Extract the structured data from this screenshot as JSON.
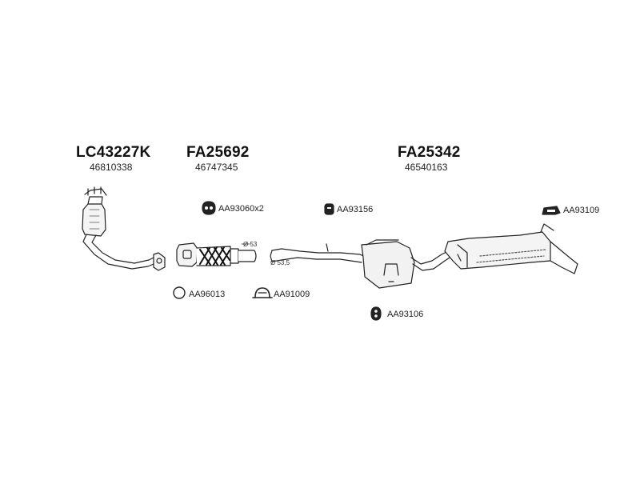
{
  "groups": [
    {
      "code": "LC43227K",
      "ref": "46810338"
    },
    {
      "code": "FA25692",
      "ref": "46747345"
    },
    {
      "code": "FA25342",
      "ref": "46540163"
    }
  ],
  "parts": {
    "p1": "AA93060x2",
    "p2": "AA93156",
    "p3": "AA93109",
    "p4": "AA96013",
    "p5": "AA91009",
    "p6": "AA93106"
  },
  "dims": {
    "d1": "Ø 53",
    "d2": "Ø 53,5"
  }
}
